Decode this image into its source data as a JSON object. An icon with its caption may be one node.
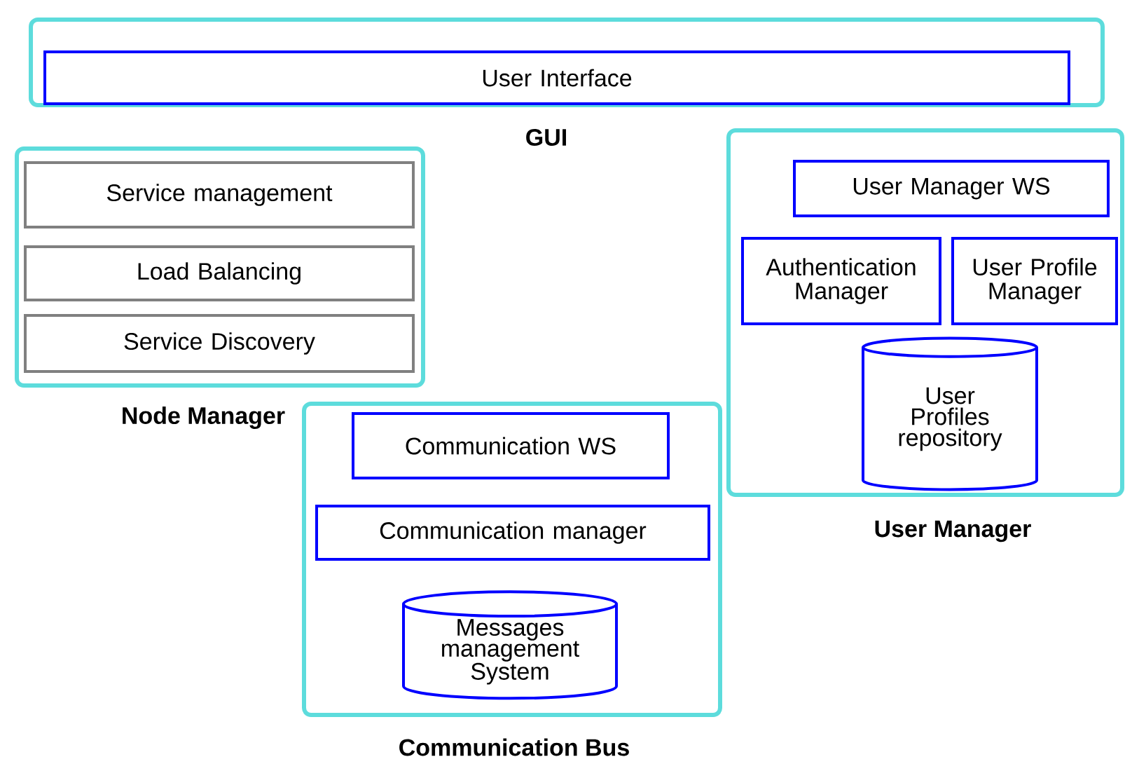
{
  "diagram": {
    "nodes": [
      {
        "text": [
          "GUI"
        ]
      },
      {
        "text": [
          "User Interface"
        ],
        "in": 0
      },
      {
        "text": [
          "Node Manager"
        ]
      },
      {
        "text": [
          "Service management"
        ],
        "in": 2
      },
      {
        "text": [
          "Load  Balancing"
        ],
        "in": 2
      },
      {
        "text": [
          "Service Discovery"
        ],
        "in": 2
      },
      {
        "text": [
          "User Manager"
        ]
      },
      {
        "text": [
          "User Manager WS"
        ],
        "in": 6
      },
      {
        "text": [
          "Authentication Manager"
        ],
        "in": 6
      },
      {
        "text": [
          "User Profile Manager"
        ],
        "in": 6
      },
      {
        "text": [
          "User Profiles repository"
        ],
        "in": 6
      },
      {
        "text": [
          "Communication Bus"
        ]
      },
      {
        "text": [
          "Communication WS"
        ],
        "in": 11
      },
      {
        "text": [
          "Communication manager"
        ],
        "in": 11
      },
      {
        "text": [
          "Messages management System"
        ],
        "in": 11
      }
    ]
  }
}
